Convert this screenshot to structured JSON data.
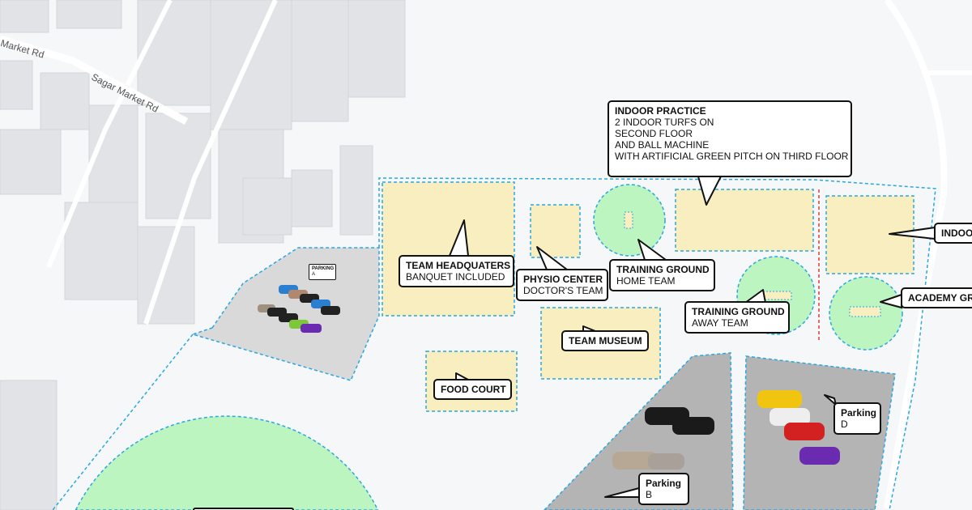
{
  "roads": [
    "Market Rd",
    "Sagar Market Rd"
  ],
  "labels": {
    "indoor_practice": {
      "title": "INDOOR PRACTICE",
      "lines": [
        "2 INDOOR TURFS ON",
        "SECOND FLOOR",
        "AND BALL MACHINE",
        "WITH ARTIFICIAL GREEN PITCH ON THIRD FLOOR"
      ]
    },
    "indoor": {
      "title": "INDOO"
    },
    "team_hq": {
      "title": "TEAM HEADQUATERS",
      "sub": "BANQUET INCLUDED"
    },
    "physio": {
      "title": "PHYSIO CENTER",
      "sub": "DOCTOR'S TEAM"
    },
    "training_home": {
      "title": "TRAINING GROUND",
      "sub": "HOME TEAM"
    },
    "training_away": {
      "title": "TRAINING GROUND",
      "sub": "AWAY TEAM"
    },
    "academy": {
      "title": "ACADEMY GR"
    },
    "museum": {
      "title": "TEAM MUSEUM"
    },
    "food_court": {
      "title": "FOOD COURT"
    },
    "parking_a": {
      "title": "PARKING",
      "sub": "A"
    },
    "parking_b": {
      "title": "Parking",
      "sub": "B"
    },
    "parking_d": {
      "title": "Parking",
      "sub": "D"
    }
  },
  "colors": {
    "boundary": "#29a8e0",
    "building_zone": "#f8eebf",
    "green": "#bdf5c0",
    "parking": "#b4b4b4",
    "parking_a": "#d9d9d9",
    "divider": "#e53935"
  }
}
